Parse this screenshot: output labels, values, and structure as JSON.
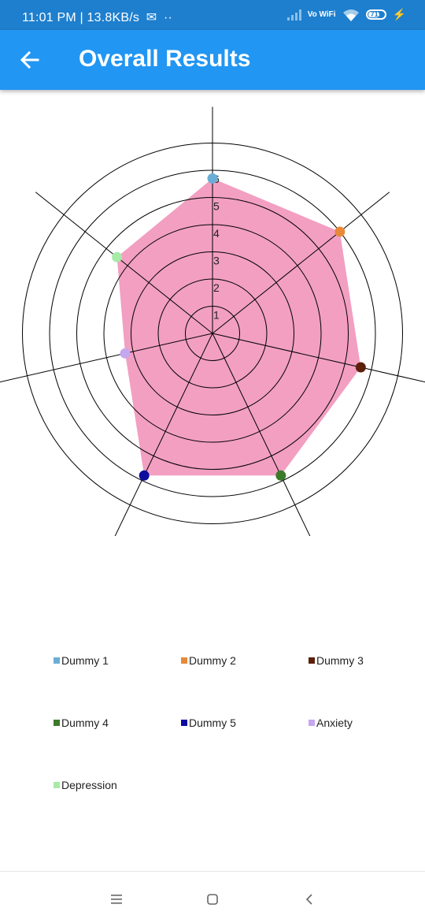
{
  "status_bar": {
    "time_and_speed": "11:01 PM | 13.8KB/s",
    "carrier_badge": "Vo WiFi",
    "battery": "71"
  },
  "header": {
    "title": "Overall Results"
  },
  "chart_data": {
    "type": "radar",
    "categories": [
      "Dummy 1",
      "Dummy 2",
      "Dummy 3",
      "Dummy 4",
      "Dummy 5",
      "Anxiety",
      "Depression"
    ],
    "values": [
      5.7,
      6.0,
      5.6,
      5.8,
      5.8,
      3.3,
      4.5
    ],
    "colors": [
      "#6aaed6",
      "#e8893a",
      "#5c1f0c",
      "#3c7a2a",
      "#0c0c9e",
      "#c4a7ee",
      "#a8eaa8"
    ],
    "fill_color": "#f29fc2",
    "rlim": [
      0,
      7
    ],
    "tick_labels": [
      "1",
      "2",
      "3",
      "4",
      "5",
      "6"
    ],
    "legend_position": "bottom"
  },
  "legend": [
    {
      "label": "Dummy 1",
      "color": "#6aaed6"
    },
    {
      "label": "Dummy 2",
      "color": "#e8893a"
    },
    {
      "label": "Dummy 3",
      "color": "#5c1f0c"
    },
    {
      "label": "Dummy 4",
      "color": "#3c7a2a"
    },
    {
      "label": "Dummy 5",
      "color": "#0c0c9e"
    },
    {
      "label": "Anxiety",
      "color": "#c4a7ee"
    },
    {
      "label": "Depression",
      "color": "#a8eaa8"
    }
  ],
  "nav": {
    "icons": [
      "menu-icon",
      "home-icon",
      "back-icon"
    ]
  }
}
